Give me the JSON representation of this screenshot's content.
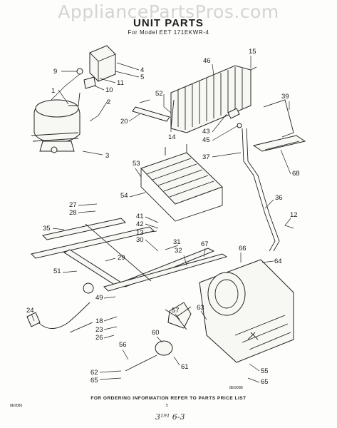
{
  "watermark": "AppliancePartsPros.com",
  "title": "UNIT PARTS",
  "model_line": "For Model EET 171EKWR-4",
  "footer_note": "FOR ORDERING INFORMATION REFER TO PARTS PRICE LIST",
  "drawing_number": "8E9086",
  "sheet_code": "8E9086",
  "page_number": "5",
  "handwritten_note": "3¹⁹¹ 6-3",
  "callouts": {
    "c1": "1",
    "c2": "2",
    "c3": "3",
    "c4": "4",
    "c5": "5",
    "c9": "9",
    "c10": "10",
    "c11": "11",
    "c12": "12",
    "c13": "13",
    "c14": "14",
    "c15": "15",
    "c18": "18",
    "c20": "20",
    "c23": "23",
    "c24": "24",
    "c26": "26",
    "c27": "27",
    "c28": "28",
    "c29": "29",
    "c30": "30",
    "c31": "31",
    "c32": "32",
    "c35": "35",
    "c36": "36",
    "c37": "37",
    "c39": "39",
    "c41": "41",
    "c42": "42",
    "c43": "43",
    "c45": "45",
    "c46": "46",
    "c49": "49",
    "c51": "51",
    "c52": "52",
    "c53": "53",
    "c54": "54",
    "c55": "55",
    "c56": "56",
    "c57": "57",
    "c60": "60",
    "c61": "61",
    "c62": "62",
    "c63": "63",
    "c64": "64",
    "c65a": "65",
    "c65b": "65",
    "c66": "66",
    "c67": "67",
    "c68": "68"
  }
}
